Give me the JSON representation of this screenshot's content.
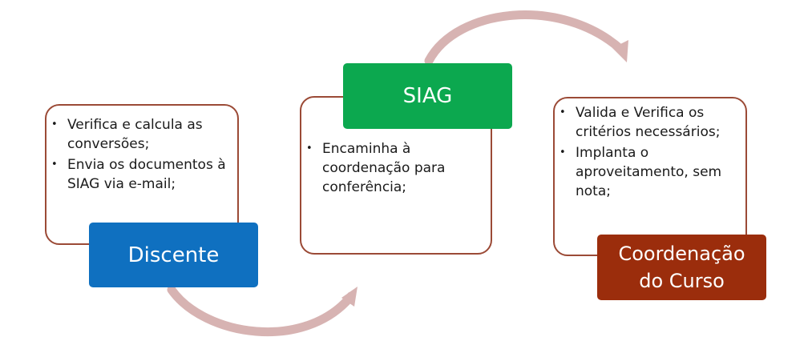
{
  "colors": {
    "arrow": "#d7b3b2",
    "card_border": "#9b4a36",
    "discente": "#0f70c0",
    "siag": "#0ca84f",
    "coordenacao": "#9b2d0c"
  },
  "steps": [
    {
      "title": "Discente",
      "items": [
        "Verifica e calcula as conversões;",
        "Envia os documentos à SIAG via e-mail;"
      ]
    },
    {
      "title": "SIAG",
      "items": [
        "Encaminha à coordenação para conferência;"
      ]
    },
    {
      "title": "Coordenação\ndo Curso",
      "items": [
        "Valida e Verifica os critérios necessários;",
        "Implanta o aproveitamento, sem nota;"
      ]
    }
  ]
}
